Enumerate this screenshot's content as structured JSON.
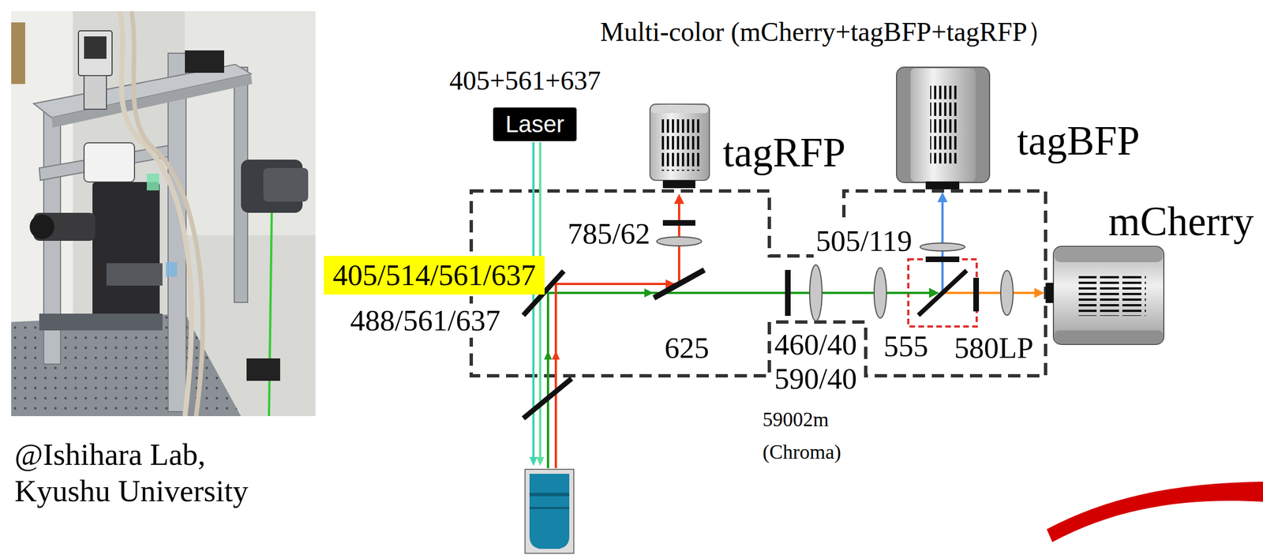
{
  "diagram": {
    "title": "Multi-color (mCherry+tagBFP+tagRFP）",
    "nodes": [
      {
        "text": [
          "Laser"
        ]
      },
      {
        "text": [
          "tagRFP"
        ]
      },
      {
        "text": [
          "tagBFP"
        ]
      },
      {
        "text": [
          "mCherry"
        ]
      },
      {
        "text": [
          "405/514/561/637"
        ]
      }
    ],
    "labels": [
      "405+561+637",
      "785/62",
      "488/561/637",
      "625",
      "460/40",
      "590/40",
      "59002m (Chroma)",
      "505/119",
      "555",
      "580LP",
      "@Ishihara Lab, Kyushu University"
    ]
  }
}
